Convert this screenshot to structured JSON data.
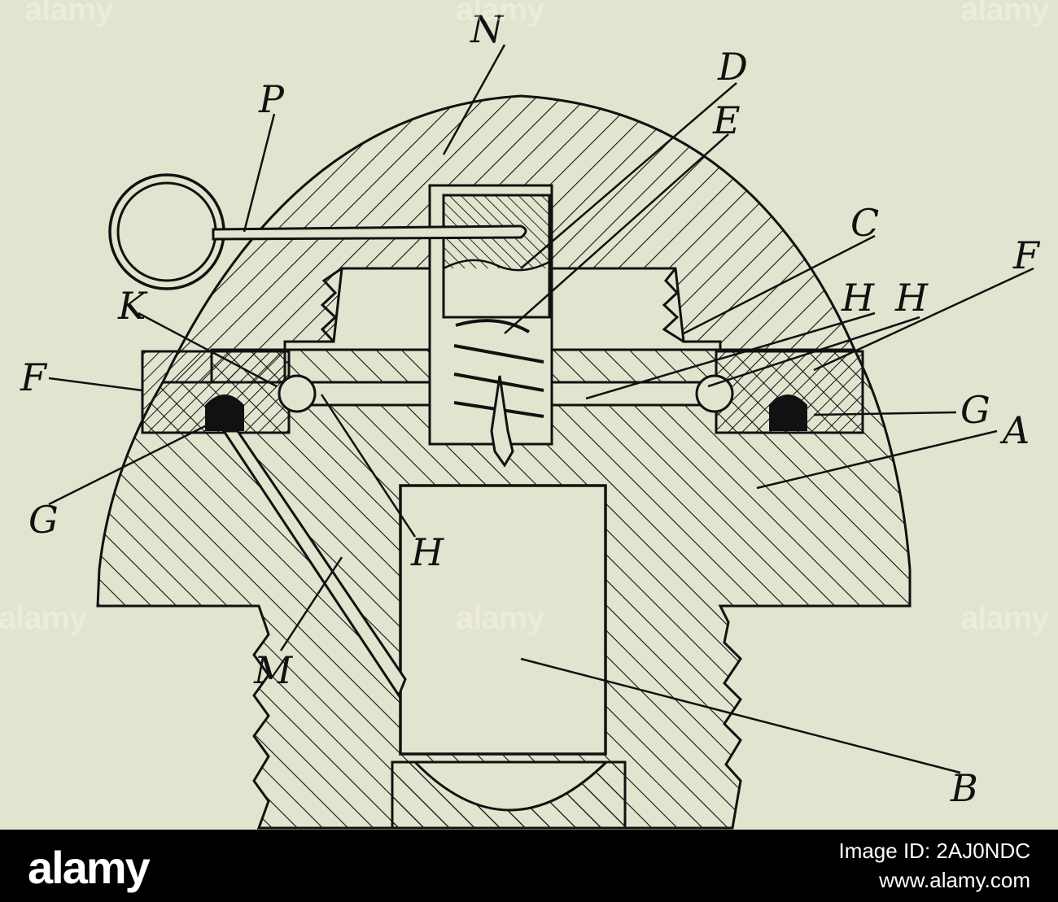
{
  "diagram": {
    "labels": {
      "N": "N",
      "D": "D",
      "E": "E",
      "P": "P",
      "C": "C",
      "H1": "H",
      "H2": "H",
      "F_right": "F",
      "K": "K",
      "F_left": "F",
      "G_right": "G",
      "A": "A",
      "G_left": "G",
      "H_lower": "H",
      "M": "M",
      "B": "B"
    }
  },
  "watermark": {
    "text": "alamy"
  },
  "footer": {
    "logo": "alamy",
    "image_id": "Image ID: 2AJ0NDC",
    "site": "www.alamy.com"
  },
  "colors": {
    "paper": "#e3e4cf",
    "ink": "#111111",
    "footer_bg": "#000000"
  }
}
